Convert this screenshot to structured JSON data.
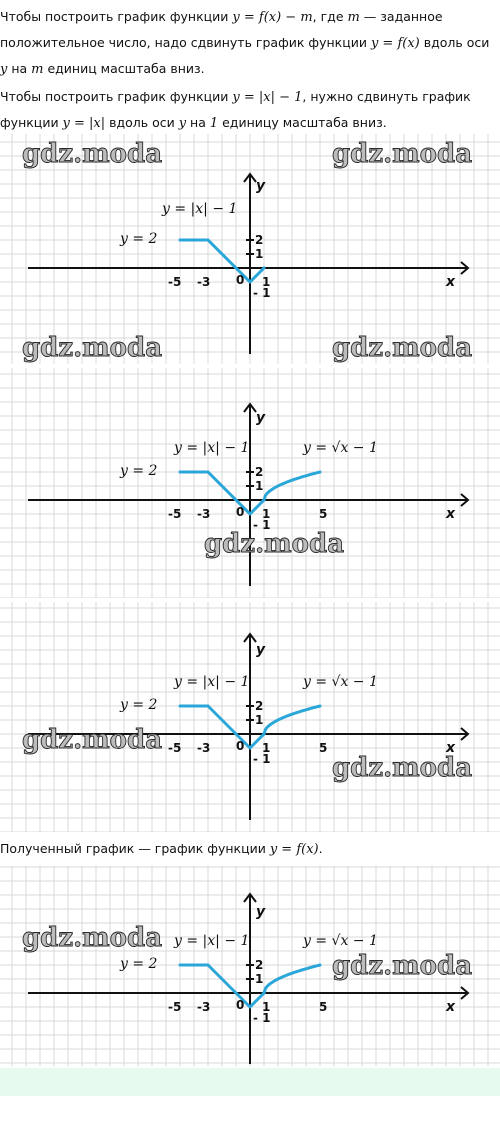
{
  "text": {
    "p1_a": "Чтобы построить график функции ",
    "p1_m1": "y = f(x) − m",
    "p1_b": ", где ",
    "p1_m2": "m",
    "p1_c": " — заданное положительное число, надо сдвинуть график функции ",
    "p1_m3": "y = f(x)",
    "p1_d": " вдоль оси ",
    "p1_m4": "y",
    "p1_e": " на ",
    "p1_m5": "m",
    "p1_f": " единиц масштаба вниз.",
    "p2_a": "Чтобы построить график функции ",
    "p2_m1": "y = |x| − 1",
    "p2_b": ", нужно сдвинуть график функции ",
    "p2_m2": "y = |x|",
    "p2_c": " вдоль оси ",
    "p2_m3": "y",
    "p2_d": " на ",
    "p2_m4": "1",
    "p2_e": " единицу масштаба вниз.",
    "p3_a": "Полученный график — график функции ",
    "p3_m1": "y = f(x)",
    "p3_b": "."
  },
  "watermark": "gdz.moda",
  "chart_labels": {
    "x_axis": "x",
    "y_axis": "y",
    "eq_abs": "y = |x| − 1",
    "eq_const": "y = 2",
    "eq_sqrt": "y = √x − 1",
    "tick_neg5": "-5",
    "tick_neg3": "-3",
    "tick_0": "0",
    "tick_1": "1",
    "tick_5": "5",
    "tick_y2": "2",
    "tick_y1": "1",
    "tick_yneg1": "- 1"
  },
  "colors": {
    "curve": "#2ba6d9",
    "grid": "#d9d9d9",
    "footer": "#e6fbee"
  },
  "chart_data": [
    {
      "type": "line",
      "title": "",
      "xlabel": "x",
      "ylabel": "y",
      "grid": true,
      "series": [
        {
          "name": "y = 2",
          "x": [
            -5,
            -3
          ],
          "y": [
            2,
            2
          ]
        },
        {
          "name": "y = |x| − 1",
          "x": [
            -3,
            0,
            1
          ],
          "y": [
            2,
            -1,
            0
          ]
        }
      ]
    },
    {
      "type": "line",
      "title": "",
      "xlabel": "x",
      "ylabel": "y",
      "grid": true,
      "series": [
        {
          "name": "y = 2",
          "x": [
            -5,
            -3
          ],
          "y": [
            2,
            2
          ]
        },
        {
          "name": "y = |x| − 1",
          "x": [
            -3,
            0,
            1
          ],
          "y": [
            2,
            -1,
            0
          ]
        },
        {
          "name": "y = √x − 1",
          "x": [
            1,
            2,
            3,
            4,
            5
          ],
          "y": [
            0,
            1,
            1.41,
            1.73,
            2
          ]
        }
      ]
    },
    {
      "type": "line",
      "title": "",
      "xlabel": "x",
      "ylabel": "y",
      "grid": true,
      "series": [
        {
          "name": "y = 2",
          "x": [
            -5,
            -3
          ],
          "y": [
            2,
            2
          ]
        },
        {
          "name": "y = |x| − 1",
          "x": [
            -3,
            0,
            1
          ],
          "y": [
            2,
            -1,
            0
          ]
        },
        {
          "name": "y = √x − 1",
          "x": [
            1,
            2,
            3,
            4,
            5
          ],
          "y": [
            0,
            1,
            1.41,
            1.73,
            2
          ]
        }
      ]
    },
    {
      "type": "line",
      "title": "",
      "xlabel": "x",
      "ylabel": "y",
      "grid": true,
      "series": [
        {
          "name": "y = 2",
          "x": [
            -5,
            -3
          ],
          "y": [
            2,
            2
          ]
        },
        {
          "name": "y = |x| − 1",
          "x": [
            -3,
            0,
            1
          ],
          "y": [
            2,
            -1,
            0
          ]
        },
        {
          "name": "y = √x − 1",
          "x": [
            1,
            2,
            3,
            4,
            5
          ],
          "y": [
            0,
            1,
            1.41,
            1.73,
            2
          ]
        }
      ]
    }
  ]
}
